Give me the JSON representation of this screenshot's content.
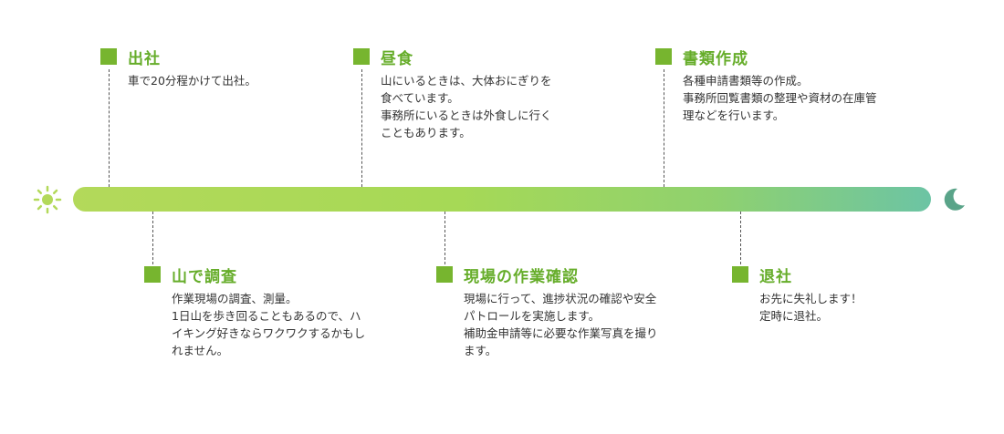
{
  "timeline": {
    "colors": {
      "accent": "#77b52f",
      "title": "#66ad2a",
      "bar_start": "#b3d95a",
      "bar_end": "#6cc4a4"
    },
    "start_icon": "sun-icon",
    "end_icon": "moon-icon",
    "events_top": [
      {
        "title": "出社",
        "lines": [
          "車で20分程かけて出社。"
        ]
      },
      {
        "title": "昼食",
        "lines": [
          "山にいるときは、大体おにぎりを",
          "食べています。",
          "事務所にいるときは外食しに行く",
          "こともあります。"
        ]
      },
      {
        "title": "書類作成",
        "lines": [
          "各種申請書類等の作成。",
          "事務所回覧書類の整理や資材の在庫管",
          "理などを行います。"
        ]
      }
    ],
    "events_bottom": [
      {
        "title": "山で調査",
        "lines": [
          "作業現場の調査、測量。",
          "1日山を歩き回ることもあるので、ハ",
          "イキング好きならワクワクするかもし",
          "れません。"
        ]
      },
      {
        "title": "現場の作業確認",
        "lines": [
          "現場に行って、進捗状況の確認や安全",
          "パトロールを実施します。",
          "補助金申請等に必要な作業写真を撮り",
          "ます。"
        ]
      },
      {
        "title": "退社",
        "lines": [
          "お先に失礼します！",
          "定時に退社。"
        ]
      }
    ]
  }
}
